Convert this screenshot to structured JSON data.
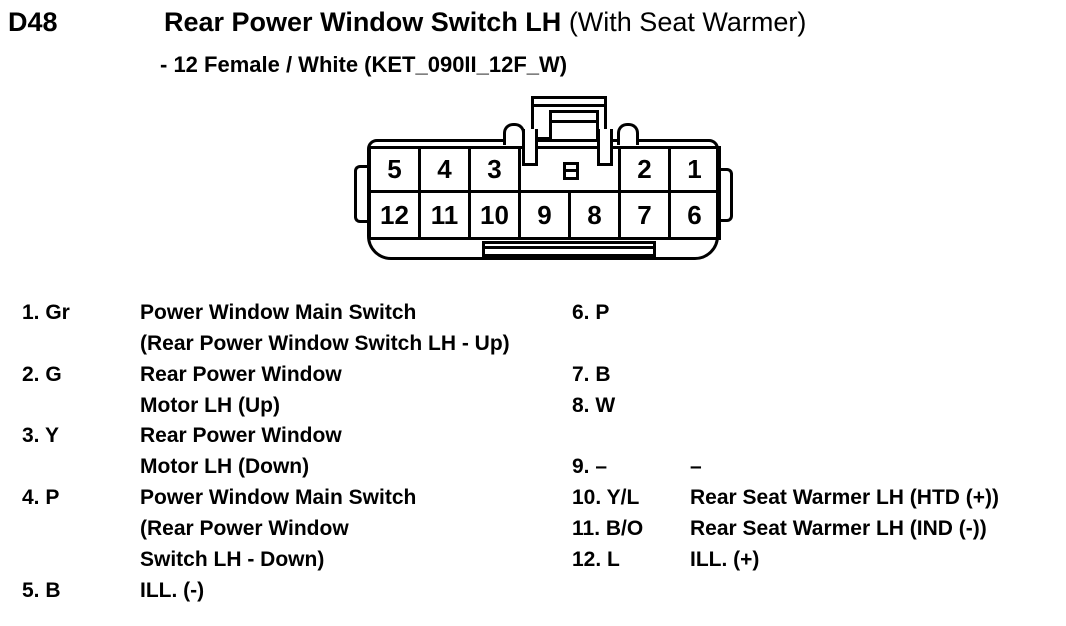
{
  "header": {
    "connector_id": "D48",
    "title_bold": "Rear Power Window Switch LH",
    "title_suffix": " (With Seat Warmer)",
    "subtitle": "- 12 Female / White (KET_090II_12F_W)"
  },
  "connector": {
    "pins_top": [
      "5",
      "4",
      "3",
      "2",
      "1"
    ],
    "pins_bottom": [
      "12",
      "11",
      "10",
      "9",
      "8",
      "7",
      "6"
    ]
  },
  "pin_table": {
    "rows": [
      {
        "lp": "1. Gr",
        "ld": "Power Window Main Switch",
        "rp": "6. P",
        "rd": ""
      },
      {
        "lp": "",
        "ld": "(Rear Power Window Switch LH - Up)",
        "rp": "",
        "rd": ""
      },
      {
        "lp": "2. G",
        "ld": "Rear Power Window",
        "rp": "7. B",
        "rd": ""
      },
      {
        "lp": "",
        "ld": "Motor LH (Up)",
        "rp": "8. W",
        "rd": ""
      },
      {
        "lp": "3. Y",
        "ld": "Rear Power Window",
        "rp": "",
        "rd": ""
      },
      {
        "lp": "",
        "ld": "Motor LH (Down)",
        "rp": "9. –",
        "rd": "–"
      },
      {
        "lp": "4. P",
        "ld": "Power Window Main Switch",
        "rp": "10. Y/L",
        "rd": "Rear Seat Warmer LH (HTD (+))"
      },
      {
        "lp": "",
        "ld": "(Rear Power Window",
        "rp": "11. B/O",
        "rd": "Rear Seat Warmer LH (IND (-))"
      },
      {
        "lp": "",
        "ld": "Switch LH - Down)",
        "rp": "12. L",
        "rd": "ILL. (+)"
      },
      {
        "lp": "5. B",
        "ld": "ILL. (-)",
        "rp": "",
        "rd": ""
      }
    ]
  },
  "colors": {
    "line": "#000000",
    "background": "#ffffff"
  }
}
